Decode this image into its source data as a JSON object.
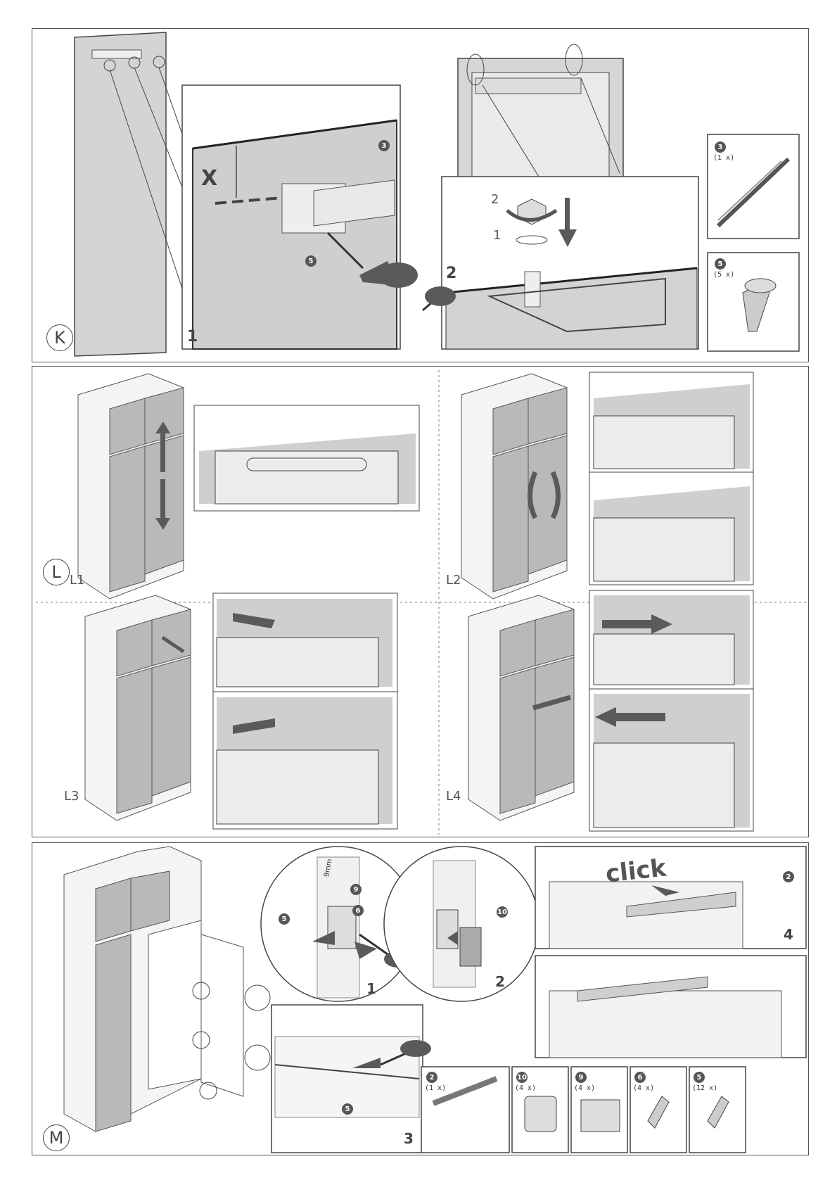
{
  "section_k": {
    "letter": "K",
    "step1": "1",
    "step2": "2",
    "dim_label": "X",
    "callout_3": "3",
    "callout_5": "5",
    "nut_step_2": "2",
    "washer_step_1": "1",
    "parts": [
      {
        "badge": "3",
        "qty": "(1 x)",
        "icon": "rail-bracket-icon"
      },
      {
        "badge": "5",
        "qty": "(5 x)",
        "icon": "screw-icon"
      }
    ]
  },
  "section_l": {
    "letter": "L",
    "panels": [
      "L1",
      "L2",
      "L3",
      "L4"
    ]
  },
  "section_m": {
    "letter": "M",
    "step1": "1",
    "step2": "2",
    "step3": "3",
    "step4": "4",
    "click_text": "click",
    "mm_label": "9mm",
    "callouts": {
      "c9": "9",
      "c6": "6",
      "c5": "5",
      "c10": "10",
      "c2": "2",
      "c5b": "5"
    },
    "parts": [
      {
        "badge": "2",
        "qty": "(1 x)",
        "icon": "rail-strip-icon"
      },
      {
        "badge": "10",
        "qty": "(4 x)",
        "icon": "slide-cap-icon"
      },
      {
        "badge": "9",
        "qty": "(4 x)",
        "icon": "bracket-plate-icon"
      },
      {
        "badge": "6",
        "qty": "(4 x)",
        "icon": "screw-icon"
      },
      {
        "badge": "5",
        "qty": "(12 x)",
        "icon": "screw-icon"
      }
    ]
  },
  "colors": {
    "panel_gray": "#cfcfcf",
    "line": "#555555",
    "arrow": "#5a5a5a",
    "door_fill": "#b9b9b9"
  }
}
